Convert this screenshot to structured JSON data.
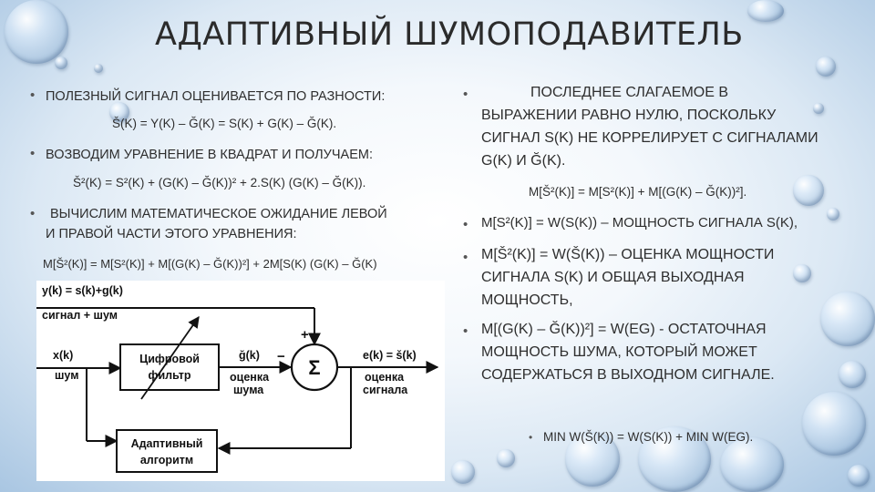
{
  "title": "АДАПТИВНЫЙ ШУМОПОДАВИТЕЛЬ",
  "left": {
    "b1_text": "ПОЛЕЗНЫЙ СИГНАЛ ОЦЕНИВАЕТСЯ ПО РАЗНОСТИ:",
    "f1": "Š(K) = Y(K) – Ğ(K) = S(K) + G(K) – Ğ(K).",
    "b2_text": "ВОЗВОДИМ УРАВНЕНИЕ В КВАДРАТ И ПОЛУЧАЕМ:",
    "f2": "Š²(K) = S²(K) + (G(K) – Ğ(K))² + 2.S(K) (G(K) – Ğ(K)).",
    "b3_line1": "ВЫЧИСЛИМ МАТЕМАТИЧЕСКОЕ ОЖИДАНИЕ ЛЕВОЙ",
    "b3_line2": "И ПРАВОЙ ЧАСТИ ЭТОГО УРАВНЕНИЯ:",
    "f3": "M[Š²(K)] = M[S²(K)] + M[(G(K) – Ğ(K))²] + 2M[S(K) (G(K) – Ğ(K)"
  },
  "right": {
    "b1_line1": "ПОСЛЕДНЕЕ СЛАГАЕМОЕ В",
    "b1_line2": "ВЫРАЖЕНИИ РАВНО НУЛЮ, ПОСКОЛЬКУ",
    "b1_line3": "СИГНАЛ S(K) НЕ КОРРЕЛИРУЕТ С СИГНАЛАМИ",
    "b1_line4": "G(K) И Ğ(K).",
    "f1": "M[Š²(K)] = M[S²(K)] + M[(G(K) – Ğ(K))²].",
    "b2": "M[S²(K)] = W(S(K)) – МОЩНОСТЬ СИГНАЛА S(K),",
    "b3_line1": "M[Š²(K)] = W(Š(K)) – ОЦЕНКА МОЩНОСТИ",
    "b3_line2": "СИГНАЛА S(K) И ОБЩАЯ ВЫХОДНАЯ",
    "b3_line3": "МОЩНОСТЬ,",
    "b4_line1": "M[(G(K) – Ğ(K))²] = W(EG) - ОСТАТОЧНАЯ",
    "b4_line2": "МОЩНОСТЬ ШУМА, КОТОРЫЙ МОЖЕТ",
    "b4_line3": "СОДЕРЖАТЬСЯ В ВЫХОДНОМ СИГНАЛЕ.",
    "b5": "MIN W(Š(K)) = W(S(K)) + MIN W(EG)."
  },
  "diagram": {
    "y_label": "y(k) = s(k)+g(k)",
    "sig_noise": "сигнал + шум",
    "x_label": "x(k)",
    "x_sub": "шум",
    "filter_l1": "Цифровой",
    "filter_l2": "фильтр",
    "gk_label": "ğ(k)",
    "gk_sub1": "оценка",
    "gk_sub2": "шума",
    "minus": "−",
    "plus": "+",
    "sigma": "Σ",
    "ek_label": "e(k) = š(k)",
    "ek_sub1": "оценка",
    "ek_sub2": "сигнала",
    "algo_l1": "Адаптивный",
    "algo_l2": "алгоритм"
  }
}
